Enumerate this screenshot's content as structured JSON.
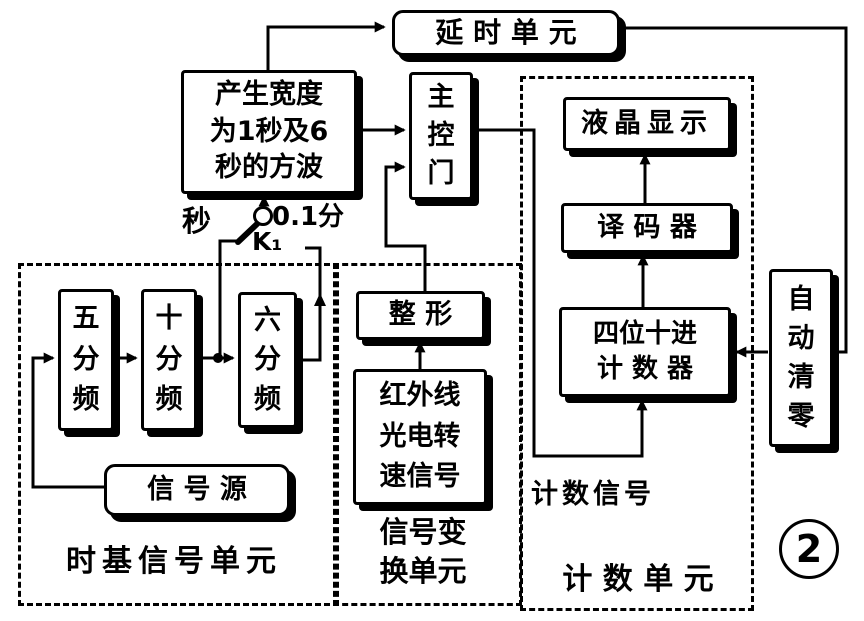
{
  "figure_number": "2",
  "nodes": {
    "delay_unit": {
      "label": "延 时 单 元"
    },
    "pulse_generator": {
      "label": "产生宽度\n为1秒及6\n秒的方波"
    },
    "main_gate": {
      "label": "主\n控\n门"
    },
    "lcd_display": {
      "label": "液晶显示"
    },
    "decoder": {
      "label": "译 码 器"
    },
    "counter": {
      "label": "四位十进\n计 数 器"
    },
    "auto_zero": {
      "label": "自\n动\n清\n零"
    },
    "divide_by_5": {
      "label": "五\n分\n频"
    },
    "divide_by_10": {
      "label": "十\n分\n频"
    },
    "divide_by_6": {
      "label": "六\n分\n频"
    },
    "signal_source": {
      "label": "信 号 源"
    },
    "shaping": {
      "label": "整 形"
    },
    "ir_speed_signal": {
      "label": "红外线\n光电转\n速信号"
    }
  },
  "switch": {
    "name_label": "K₁",
    "left_position_label": "秒",
    "right_position_label": "0.1分"
  },
  "groups": {
    "time_base_unit": {
      "label": "时基信号单元"
    },
    "signal_conversion_unit": {
      "label": "信号变\n换单元"
    },
    "counting_unit": {
      "label": "计 数 单 元"
    }
  },
  "annotations": {
    "count_signal": "计数信号"
  },
  "connections": [
    "信号源 → 五分频",
    "五分频 → 十分频",
    "十分频 → 六分频",
    "十分频/六分频之间节点 → K₁ 秒触点",
    "六分频 → K₁ 0.1分触点",
    "K₁ → 产生宽度为1秒及6秒的方波",
    "产生宽度为1秒及6秒的方波 → 延时单元",
    "产生宽度为1秒及6秒的方波 → 主控门",
    "延时单元 → 自动清零",
    "自动清零 → 四位十进计数器",
    "红外线光电转速信号 → 整形",
    "整形 → 主控门",
    "主控门 → 四位十进计数器 (计数信号)",
    "四位十进计数器 → 译码器",
    "译码器 → 液晶显示"
  ],
  "colors": {
    "ink": "#000000",
    "paper": "#ffffff"
  }
}
